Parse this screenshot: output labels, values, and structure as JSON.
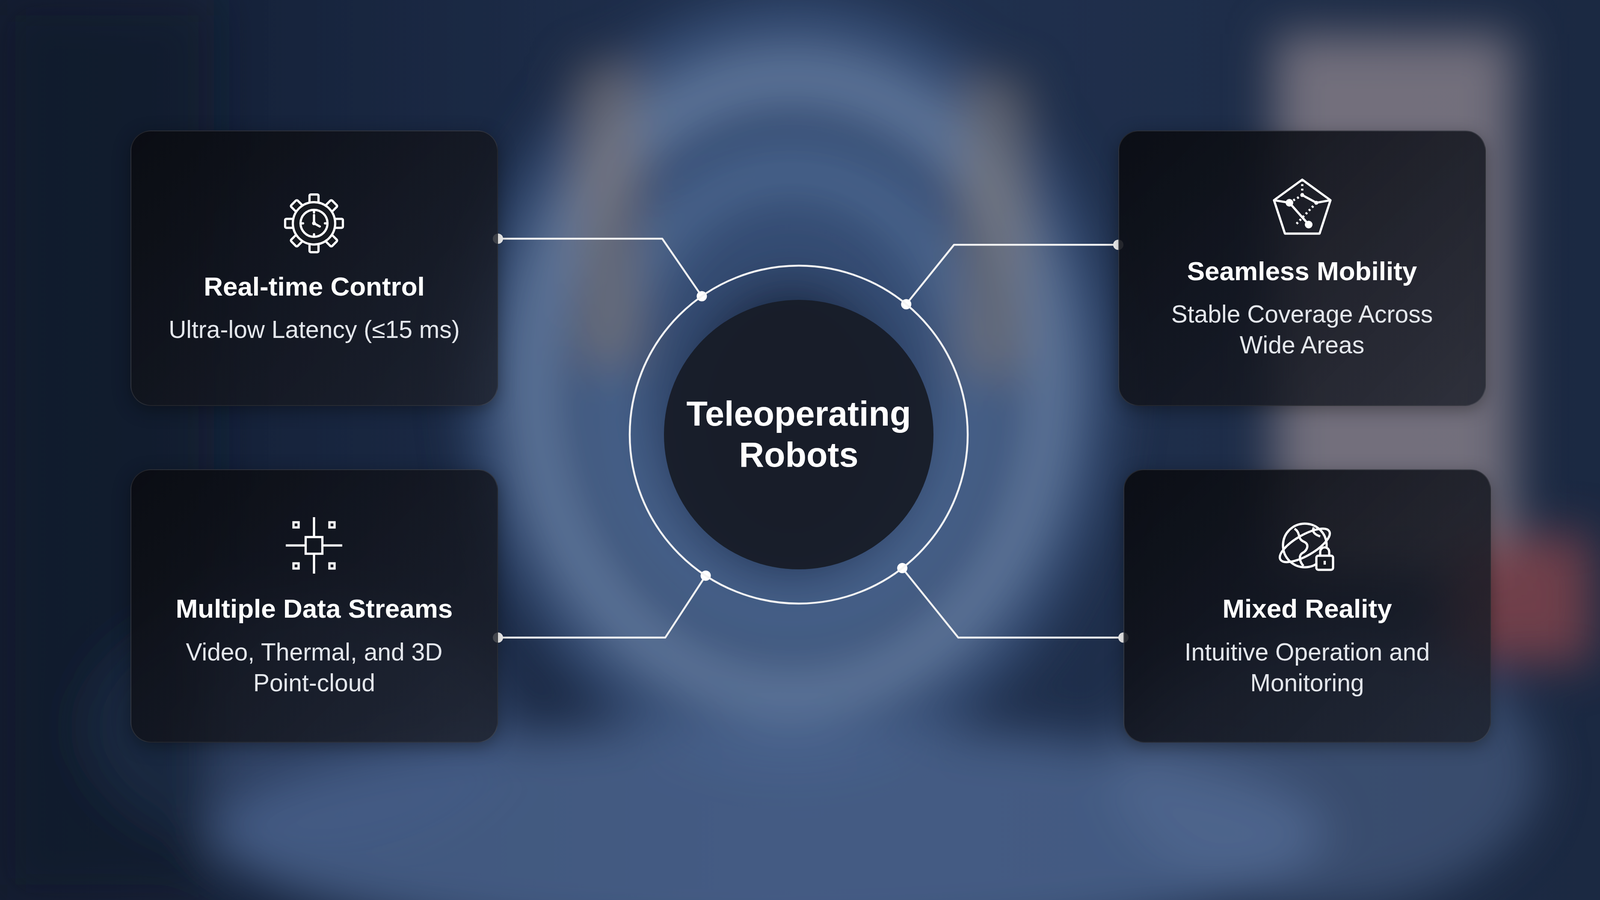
{
  "diagram": {
    "nodes": [
      {
        "text": [
          "Real-time Control",
          "Ultra-low Latency (≤15 ms)"
        ]
      },
      {
        "text": [
          "Seamless Mobility",
          "Stable Coverage Across Wide Areas"
        ]
      },
      {
        "text": [
          "Teleoperating Robots"
        ]
      },
      {
        "text": [
          "Multiple Data Streams",
          "Video, Thermal, and 3D Point-cloud"
        ]
      },
      {
        "text": [
          "Mixed Reality",
          "Intuitive Operation and Monitoring"
        ]
      }
    ],
    "edges": [
      {
        "from": 0,
        "to": 2,
        "arrow": "none"
      },
      {
        "from": 1,
        "to": 2,
        "arrow": "none"
      },
      {
        "from": 3,
        "to": 2,
        "arrow": "none"
      },
      {
        "from": 4,
        "to": 2,
        "arrow": "none"
      }
    ]
  }
}
